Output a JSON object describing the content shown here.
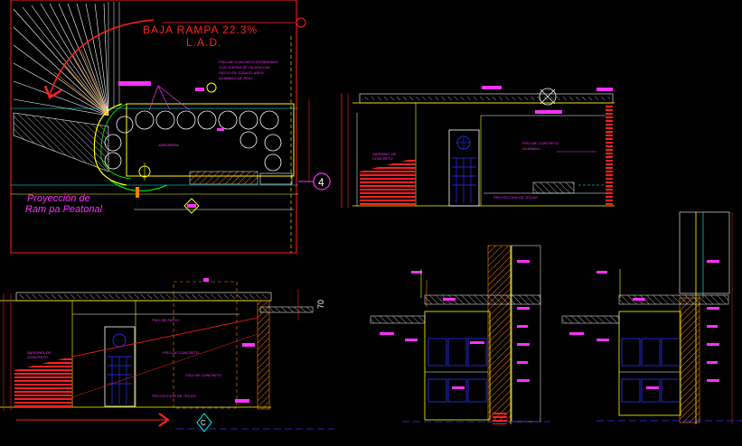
{
  "ramp_title": {
    "line1": "BAJA   RAMPA 22.3%",
    "line2": "L.A.D."
  },
  "projection_label": {
    "line1": "Proyección de",
    "line2": "Ram pa Peatonal"
  },
  "section_marker": "4",
  "dimension_value": "70",
  "axis_marker": "C",
  "colors": {
    "background": "#000000",
    "frame": "#ff2020",
    "structure": "#ffff00",
    "magenta": "#ff30ff",
    "cyan": "#00ffff",
    "blue": "#3030ff",
    "white": "#ffffff",
    "orange": "#ff8000"
  }
}
